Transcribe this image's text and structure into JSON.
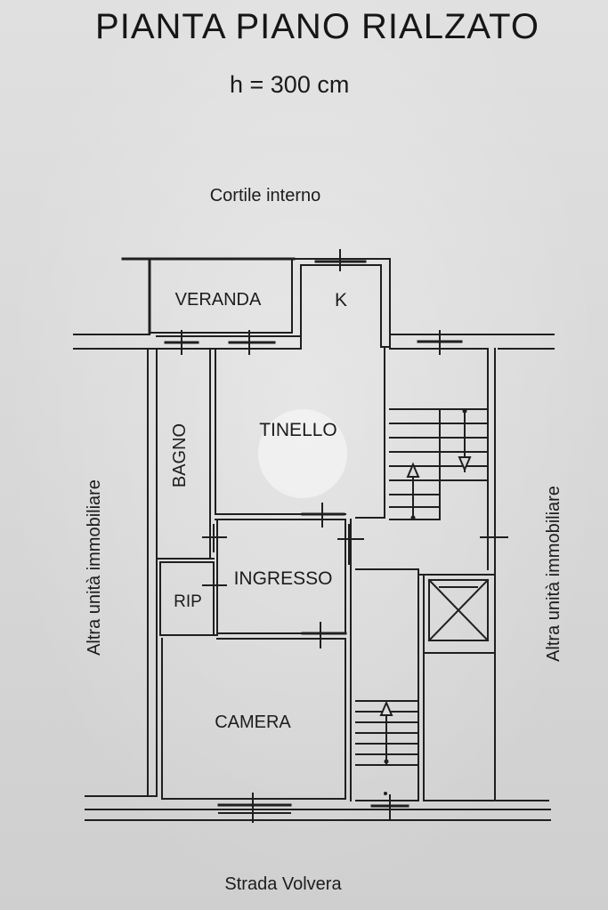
{
  "title": "PIANTA PIANO RIALZATO",
  "height_note": "h = 300 cm",
  "labels": {
    "courtyard": "Cortile interno",
    "street": "Strada Volvera",
    "neighbor_left": "Altra unità immobiliare",
    "neighbor_right": "Altra unità immobiliare"
  },
  "rooms": {
    "veranda": "VERANDA",
    "kitchen": "K",
    "tinello": "TINELLO",
    "bagno": "BAGNO",
    "ingresso": "INGRESSO",
    "rip": "RIP",
    "camera": "CAMERA"
  },
  "colors": {
    "line": "#1f1f1f",
    "background": "#dcdcdc"
  }
}
